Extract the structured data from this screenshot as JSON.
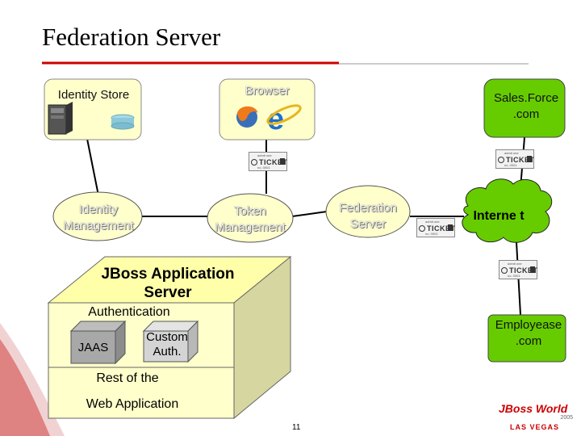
{
  "title": "Federation Server",
  "colors": {
    "title_rule": "#cc0000",
    "box_fill": "#ffffcc",
    "green": "#66cc00"
  },
  "nodes": {
    "identity_store": "Identity Store",
    "browser": "Browser",
    "salesforce": "Sales.Force .com",
    "identity_management": "Identity Management",
    "token_management": "Token Management",
    "federation_server": "Federation Server",
    "internet": "Interne t",
    "employease": "Employease .com"
  },
  "jboss": {
    "title": "JBoss Application Server",
    "authentication": "Authentication",
    "jaas": "JAAS",
    "custom_auth": "Custom Auth.",
    "rest_of_the": "Rest of the",
    "web_application": "Web Application"
  },
  "ticket": {
    "word": "TICKET"
  },
  "footer": {
    "page_number": "11",
    "logo_brand": "JBoss World",
    "logo_year": "2005",
    "logo_city": "LAS VEGAS"
  }
}
